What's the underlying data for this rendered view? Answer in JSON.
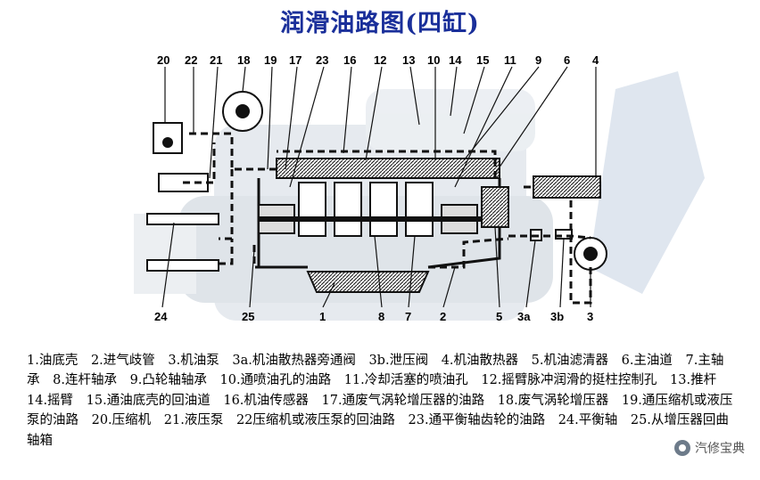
{
  "title": "润滑油路图(四缸)",
  "callouts_top": [
    "20",
    "22",
    "21",
    "18",
    "19",
    "17",
    "23",
    "16",
    "12",
    "13",
    "10",
    "14",
    "15",
    "11",
    "9",
    "6",
    "4"
  ],
  "callouts_bottom": [
    "24",
    "25",
    "1",
    "8",
    "7",
    "2",
    "5",
    "3a",
    "3b",
    "3"
  ],
  "legend": [
    "1.油底壳",
    "2.进气歧管",
    "3.机油泵",
    "3a.机油散热器旁通阀",
    "3b.泄压阀",
    "4.机油散热器",
    "5.机油滤清器",
    "6.主油道",
    "7.主轴承",
    "8.连杆轴承",
    "9.凸轮轴轴承",
    "10.通喷油孔的油路",
    "11.冷却活塞的喷油孔",
    "12.摇臂脉冲润滑的挺柱控制孔",
    "13.推杆",
    "14.摇臂",
    "15.通油底壳的回油道",
    "16.机油传感器",
    "17.通废气涡轮增压器的油路",
    "18.废气涡轮增压器",
    "19.通压缩机或液压泵的油路",
    "20.压缩机",
    "21.液压泵",
    "22压缩机或液压泵的回油路",
    "23.通平衡轴齿轮的油路",
    "24.平衡轴",
    "25.从增压器回曲轴箱"
  ],
  "watermark": "汽修宝典",
  "colors": {
    "title": "#1a2f9a",
    "oil": "#111111",
    "engine_shadow": "#c9d2dc"
  }
}
